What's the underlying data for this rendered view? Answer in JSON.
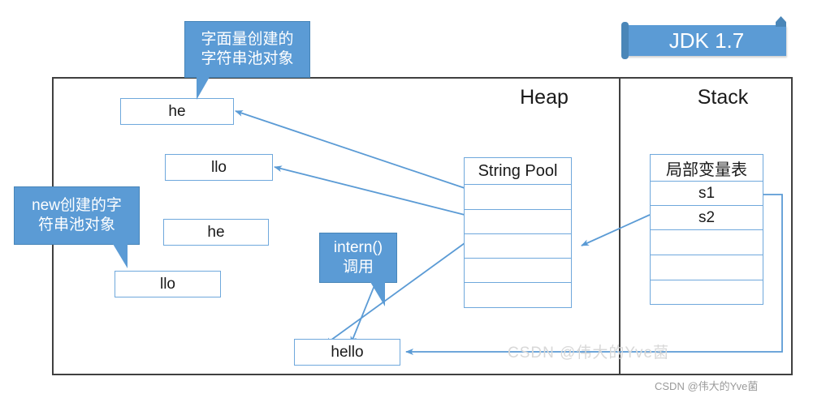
{
  "diagram": {
    "banner": {
      "label": "JDK 1.7"
    },
    "regions": [
      {
        "name": "heap",
        "title": "Heap"
      },
      {
        "name": "stack",
        "title": "Stack"
      }
    ],
    "string_pool": {
      "header": "String Pool",
      "rows": [
        "",
        "",
        "",
        "",
        ""
      ]
    },
    "local_var_table": {
      "header": "局部变量表",
      "rows": [
        "s1",
        "s2",
        "",
        "",
        ""
      ]
    },
    "heap_objects": [
      {
        "name": "he-pooled",
        "label": "he"
      },
      {
        "name": "llo-pooled",
        "label": "llo"
      },
      {
        "name": "he-new",
        "label": "he"
      },
      {
        "name": "llo-new",
        "label": "llo"
      },
      {
        "name": "hello",
        "label": "hello"
      }
    ],
    "callouts": [
      {
        "name": "literal-pool",
        "lines": [
          "字面量创建的",
          "字符串池对象"
        ]
      },
      {
        "name": "new-pool",
        "lines": [
          "new创建的字",
          "符串池对象"
        ]
      },
      {
        "name": "intern-call",
        "lines": [
          "intern()",
          "调用"
        ]
      }
    ],
    "watermarks": {
      "bottom": "CSDN @伟大的Yve菌",
      "faint": "CSDN @伟大的Yve菌"
    },
    "colors": {
      "accent_blue": "#5b9bd5",
      "box_border": "#6fa8dc",
      "frame": "#404040",
      "arrow": "#5b9bd5"
    }
  }
}
